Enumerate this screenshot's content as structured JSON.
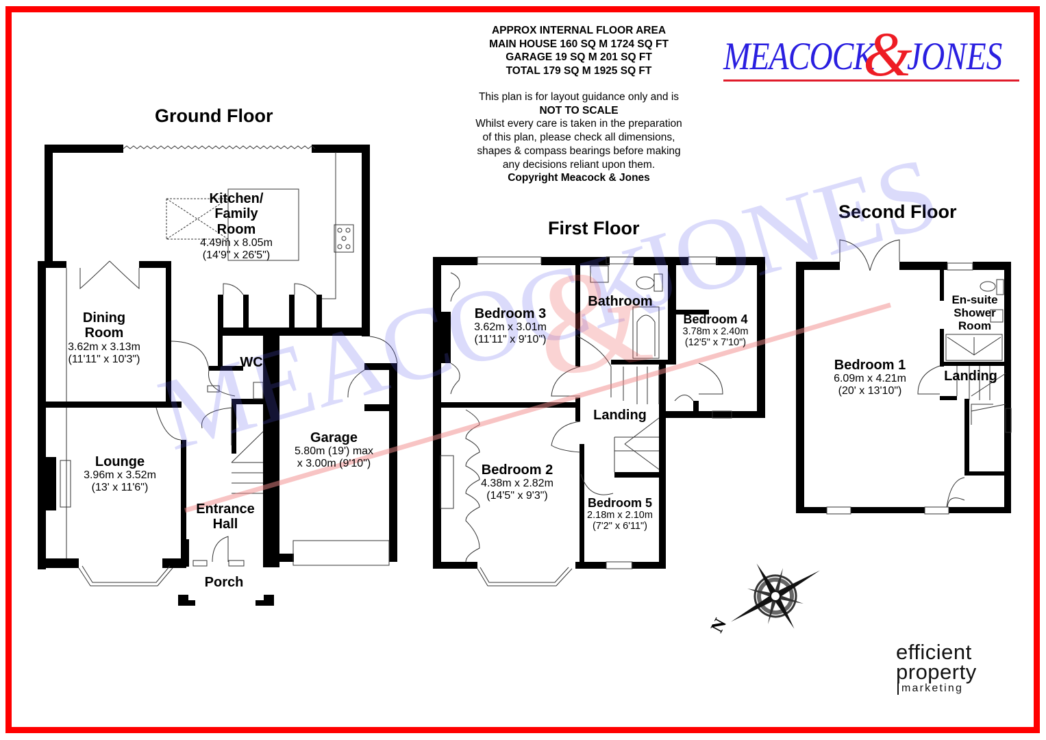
{
  "header": {
    "area_lines": [
      "APPROX INTERNAL FLOOR AREA",
      "MAIN HOUSE 160 SQ M 1724 SQ FT",
      "GARAGE 19 SQ M 201 SQ FT",
      "TOTAL 179 SQ M 1925 SQ FT"
    ],
    "disclaimer": {
      "line1": "This plan is for layout guidance only and is",
      "line2": "NOT TO SCALE",
      "line3": "Whilst every care is taken in the preparation",
      "line4": "of this plan, please check all dimensions,",
      "line5": "shapes & compass bearings before making",
      "line6": "any decisions reliant upon them.",
      "copyright": "Copyright Meacock & Jones"
    }
  },
  "brand": {
    "name_left": "MEACOCK",
    "ampersand": "&",
    "name_right": "JONES",
    "primary_color": "#2a1fe0",
    "accent_color": "#ee1c24"
  },
  "floors": {
    "ground": {
      "title": "Ground Floor",
      "rooms": [
        {
          "name": "Kitchen/\nFamily\nRoom",
          "metric": "4.49m x 8.05m",
          "imperial": "(14'9\" x 26'5\")"
        },
        {
          "name": "Dining\nRoom",
          "metric": "3.62m x 3.13m",
          "imperial": "(11'11\" x 10'3\")"
        },
        {
          "name": "WC"
        },
        {
          "name": "Lounge",
          "metric": "3.96m x 3.52m",
          "imperial": "(13' x 11'6\")"
        },
        {
          "name": "Entrance\nHall"
        },
        {
          "name": "Garage",
          "metric": "5.80m (19') max",
          "imperial": "x 3.00m (9'10\")"
        },
        {
          "name": "Porch"
        }
      ]
    },
    "first": {
      "title": "First Floor",
      "rooms": [
        {
          "name": "Bedroom 3",
          "metric": "3.62m x 3.01m",
          "imperial": "(11'11\" x 9'10\")"
        },
        {
          "name": "Bathroom"
        },
        {
          "name": "Bedroom 4",
          "metric": "3.78m x 2.40m",
          "imperial": "(12'5\" x 7'10\")"
        },
        {
          "name": "Landing"
        },
        {
          "name": "Bedroom 2",
          "metric": "4.38m x 2.82m",
          "imperial": "(14'5\" x 9'3\")"
        },
        {
          "name": "Bedroom 5",
          "metric": "2.18m x 2.10m",
          "imperial": "(7'2\" x 6'11\")"
        }
      ]
    },
    "second": {
      "title": "Second Floor",
      "rooms": [
        {
          "name": "En-suite\nShower\nRoom"
        },
        {
          "name": "Landing"
        },
        {
          "name": "Bedroom 1",
          "metric": "6.09m x 4.21m",
          "imperial": "(20' x 13'10\")"
        }
      ]
    }
  },
  "compass": {
    "label": "N",
    "icon": "compass-rose-icon"
  },
  "watermark": {
    "text": "MEACOCK & JONES"
  },
  "footer_logo": {
    "line1": "efficient",
    "line2": "property",
    "line3": "marketing"
  },
  "colors": {
    "border": "#ff0000",
    "walls": "#000000"
  }
}
